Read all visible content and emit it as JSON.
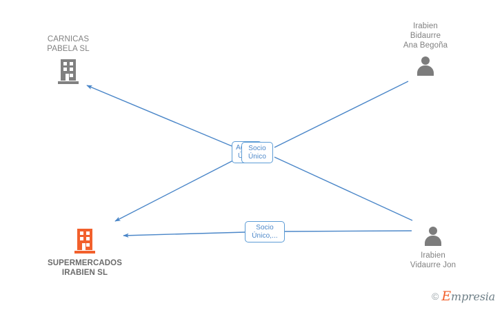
{
  "diagram": {
    "type": "ownership-network",
    "background_color": "#ffffff",
    "edge_color": "#4a86c8",
    "focal_color": "#f2602c",
    "node_color": "#808080",
    "nodes": [
      {
        "id": "carnicas",
        "label": "CARNICAS\nPABELA SL",
        "kind": "company",
        "icon": "building-icon",
        "color": "#808080",
        "focal": false
      },
      {
        "id": "ana",
        "label": "Irabien\nBidaurre\nAna Begoña",
        "kind": "person",
        "icon": "person-icon",
        "color": "#808080",
        "focal": false
      },
      {
        "id": "supermercados",
        "label": "SUPERMERCADOS\nIRABIEN SL",
        "kind": "company",
        "icon": "building-icon",
        "color": "#f2602c",
        "focal": true
      },
      {
        "id": "jon",
        "label": "Irabien\nVidaurre Jon",
        "kind": "person",
        "icon": "person-icon",
        "color": "#808080",
        "focal": false
      }
    ],
    "relation_labels": [
      {
        "id": "admin-unico",
        "text": "Admin.\nÚnico"
      },
      {
        "id": "socio-unico",
        "text": "Socio\nÚnico"
      },
      {
        "id": "socio-unico-mas",
        "text": "Socio\nÚnico,..."
      }
    ]
  },
  "watermark": {
    "copyright": "©",
    "brand_initial": "E",
    "brand_rest": "mpresia"
  }
}
